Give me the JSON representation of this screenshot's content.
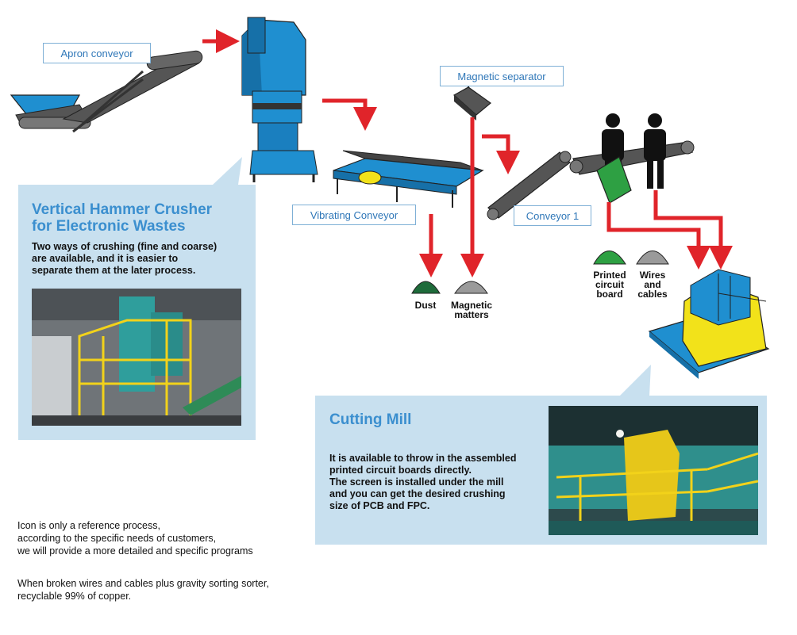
{
  "labels": {
    "apron_conveyor": "Apron conveyor",
    "magnetic_separator": "Magnetic separator",
    "vibrating_conveyor": "Vibrating Conveyor",
    "conveyor_1": "Conveyor 1"
  },
  "outputs": {
    "dust": "Dust",
    "magnetic_line1": "Magnetic",
    "magnetic_line2": "matters",
    "pcb_line1": "Printed",
    "pcb_line2": "circuit",
    "pcb_line3": "board",
    "wires_line1": "Wires",
    "wires_line2": "and",
    "wires_line3": "cables"
  },
  "crusher_box": {
    "title_line1": "Vertical Hammer Crusher",
    "title_line2": "for Electronic Wastes",
    "text_line1": "Two ways of crushing (fine and coarse)",
    "text_line2": "are available, and it is easier to",
    "text_line3": "separate them at the later process."
  },
  "mill_box": {
    "title": "Cutting Mill",
    "text_line1": "It is available to throw in the assembled",
    "text_line2": "printed circuit boards directly.",
    "text_line3": "The screen is installed under the mill",
    "text_line4": "and you can get the desired crushing",
    "text_line5": "size of PCB and FPC."
  },
  "notes": {
    "line1": "Icon is only a reference process,",
    "line2": "according to the specific needs of customers,",
    "line3": "we will provide a more detailed and specific programs",
    "line4": "When broken wires and cables plus gravity sorting sorter,",
    "line5": "recyclable 99% of copper."
  },
  "colors": {
    "arrow": "#e0242a",
    "machine_blue": "#1f8fd0",
    "machine_dark": "#3a3a3a",
    "pcb_green": "#2ea043",
    "dust_green": "#1e6b3a",
    "pile_gray": "#9a9a9a",
    "mill_yellow": "#f2e21a",
    "box_bg": "#c8e0ef",
    "title_blue": "#3b8fcf"
  }
}
